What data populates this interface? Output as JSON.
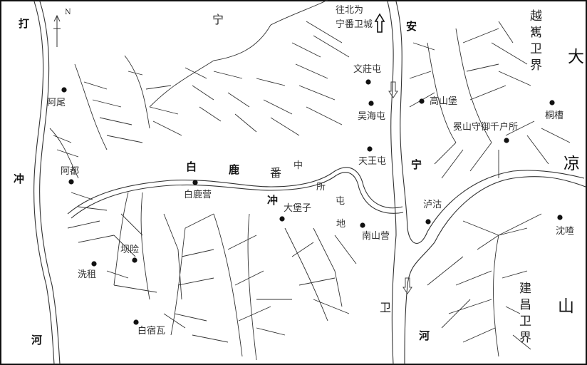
{
  "compass": {
    "north_label": "N"
  },
  "rivers": {
    "dachong": [
      "打",
      "冲",
      "河"
    ],
    "anning": [
      "安",
      "宁",
      "河"
    ],
    "tributary_label": "冲"
  },
  "regions": {
    "ningfan_wei": [
      "宁",
      "卫"
    ],
    "north_note_line1": "往北为",
    "north_note_line2": "宁番卫城",
    "bailu_tuntian": [
      "白",
      "鹿",
      "番",
      "中",
      "所",
      "屯",
      "地"
    ],
    "yuexi_border": "越嶲卫界",
    "jianchang_border": "建昌卫界",
    "daliangshan": [
      "大",
      "凉",
      "山"
    ]
  },
  "settlements": [
    {
      "id": "awei",
      "name": "阿尾"
    },
    {
      "id": "adu",
      "name": "阿都"
    },
    {
      "id": "bailuying",
      "name": "白鹿营"
    },
    {
      "id": "dabaozi",
      "name": "大堡子"
    },
    {
      "id": "nanshanying",
      "name": "南山营"
    },
    {
      "id": "wenzhuangtun",
      "name": "文莊屯"
    },
    {
      "id": "wuhaitun",
      "name": "吴海屯"
    },
    {
      "id": "tianwangtun",
      "name": "天王屯"
    },
    {
      "id": "gaoshanbao",
      "name": "高山堡"
    },
    {
      "id": "mianshan",
      "name": "冕山守御千户所"
    },
    {
      "id": "tongcao",
      "name": "桐槽"
    },
    {
      "id": "lugu",
      "name": "泸沽"
    },
    {
      "id": "shencha",
      "name": "沈喳"
    },
    {
      "id": "baxian",
      "name": "坝险"
    },
    {
      "id": "xizu",
      "name": "洗租"
    },
    {
      "id": "baisuwa",
      "name": "白宿瓦"
    }
  ]
}
